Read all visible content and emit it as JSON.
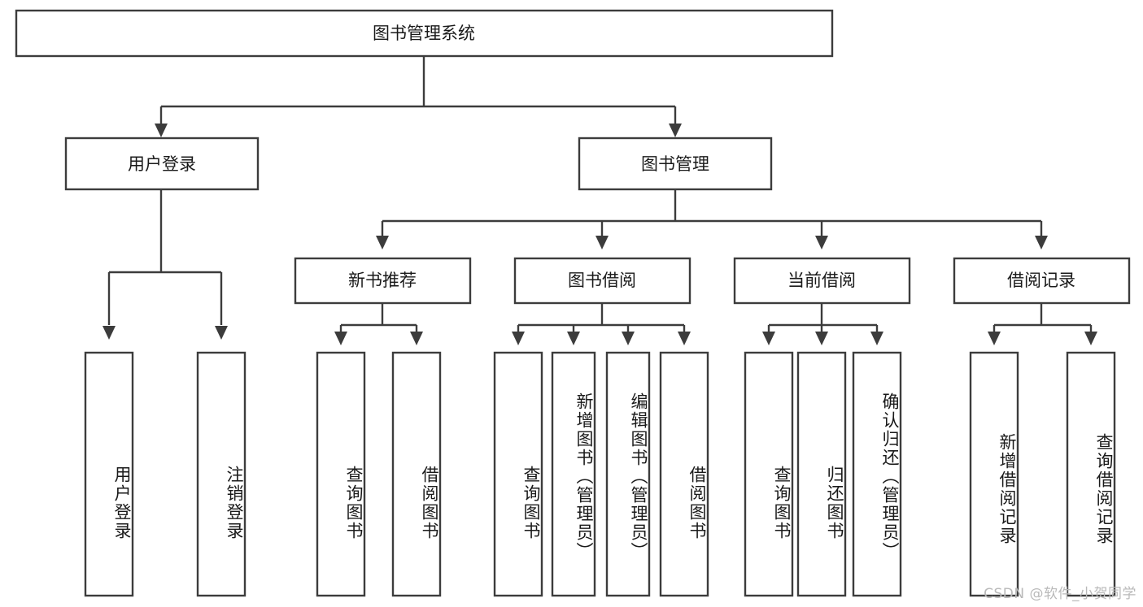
{
  "diagram": {
    "type": "tree-hierarchy",
    "title": "图书管理系统",
    "root": {
      "label": "图书管理系统"
    },
    "level2": [
      {
        "id": "user-login",
        "label": "用户登录"
      },
      {
        "id": "book-management",
        "label": "图书管理"
      }
    ],
    "level3": [
      {
        "id": "new-book-recommend",
        "label": "新书推荐",
        "parent": "book-management"
      },
      {
        "id": "book-borrow",
        "label": "图书借阅",
        "parent": "book-management"
      },
      {
        "id": "current-borrow",
        "label": "当前借阅",
        "parent": "book-management"
      },
      {
        "id": "borrow-record",
        "label": "借阅记录",
        "parent": "book-management"
      }
    ],
    "leaves": {
      "user-login": [
        {
          "id": "leaf-user-login",
          "label": "用户登录"
        },
        {
          "id": "leaf-logout-login",
          "label": "注销登录"
        }
      ],
      "new-book-recommend": [
        {
          "id": "leaf-query-book-1",
          "label": "查询图书"
        },
        {
          "id": "leaf-borrow-book-1",
          "label": "借阅图书"
        }
      ],
      "book-borrow": [
        {
          "id": "leaf-query-book-2",
          "label": "查询图书"
        },
        {
          "id": "leaf-add-book-admin",
          "label": "新增图书（管理员）"
        },
        {
          "id": "leaf-edit-book-admin",
          "label": "编辑图书（管理员）"
        },
        {
          "id": "leaf-borrow-book-2",
          "label": "借阅图书"
        }
      ],
      "current-borrow": [
        {
          "id": "leaf-query-book-3",
          "label": "查询图书"
        },
        {
          "id": "leaf-return-book",
          "label": "归还图书"
        },
        {
          "id": "leaf-confirm-return-admin",
          "label": "确认归还（管理员）"
        }
      ],
      "borrow-record": [
        {
          "id": "leaf-add-borrow-record",
          "label": "新增借阅记录"
        },
        {
          "id": "leaf-query-borrow-record",
          "label": "查询借阅记录"
        }
      ]
    }
  },
  "watermark": {
    "text": "CSDN @软件_小贺同学"
  },
  "colors": {
    "stroke": "#3c3c3c",
    "fill": "#ffffff",
    "text": "#1a1a1a",
    "watermark": "#b9b9b9"
  }
}
